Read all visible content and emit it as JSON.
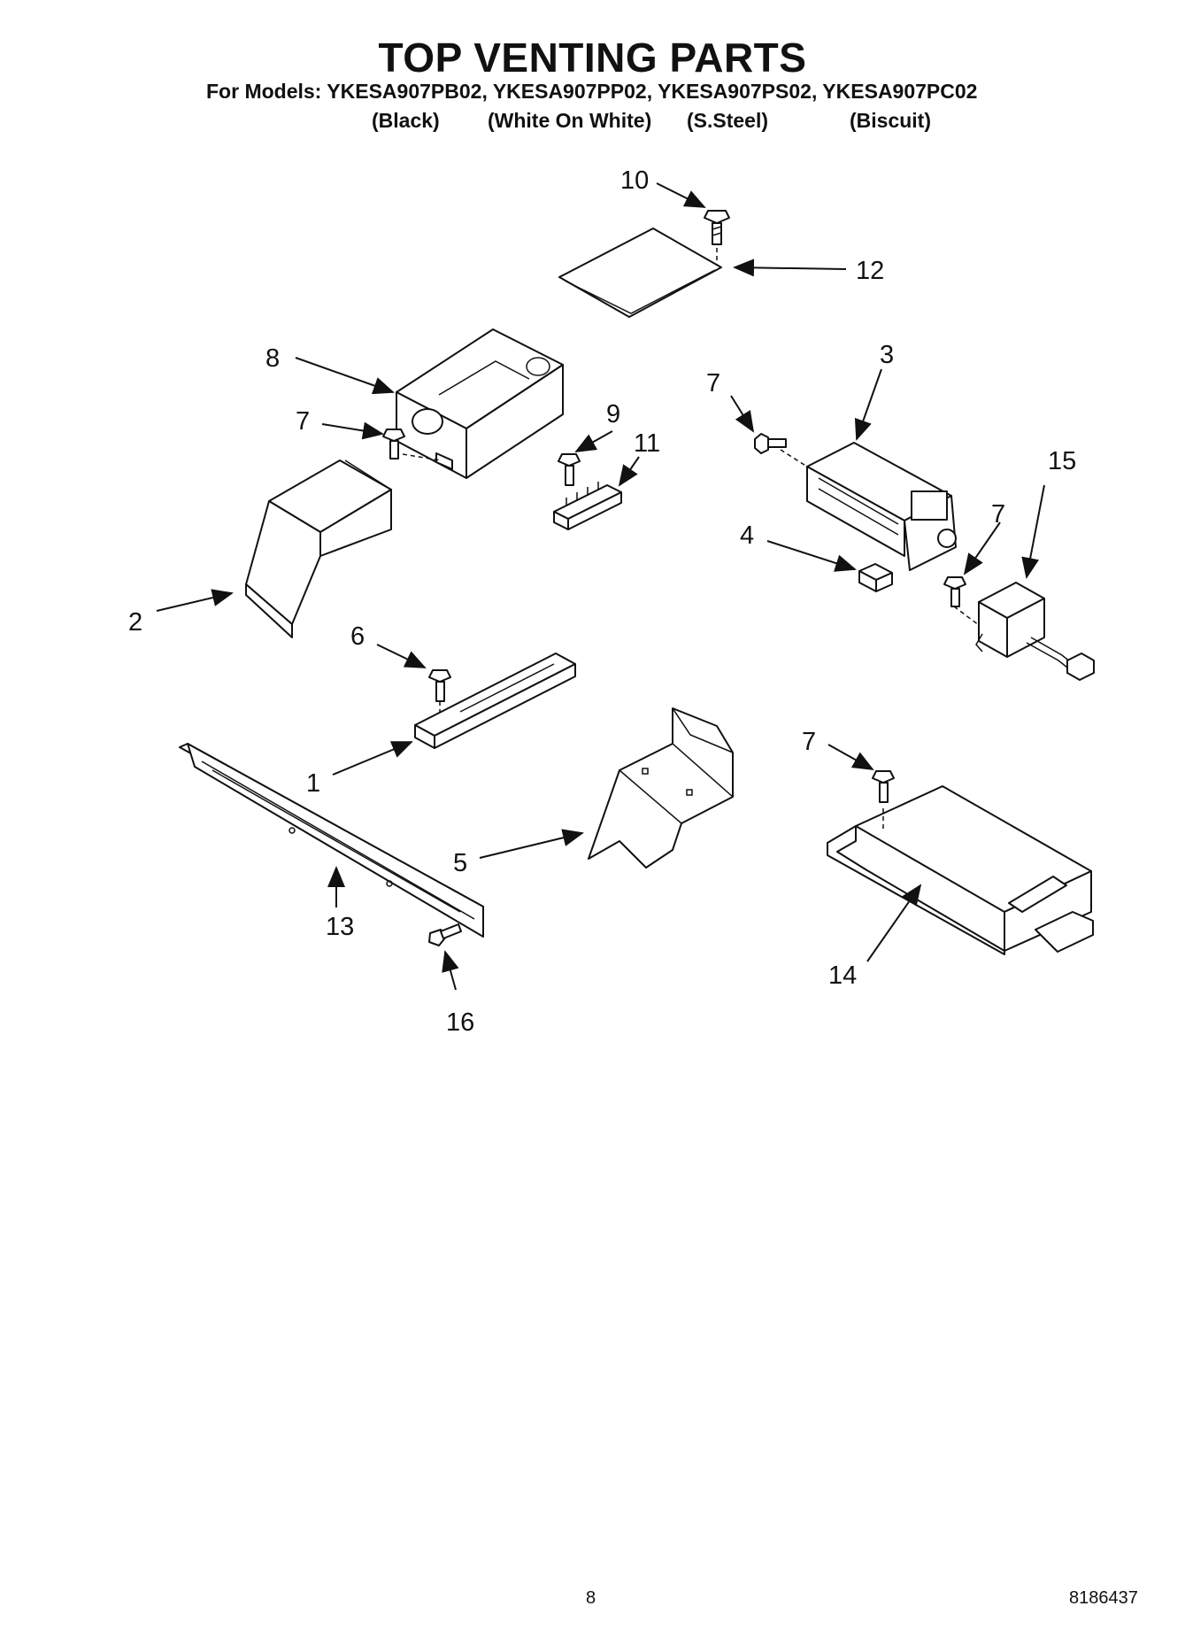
{
  "header": {
    "title": "TOP VENTING PARTS",
    "models_line": "For Models: YKESA907PB02, YKESA907PP02, YKESA907PS02, YKESA907PC02",
    "colors": [
      "(Black)",
      "(White On White)",
      "(S.Steel)",
      "(Biscuit)"
    ]
  },
  "footer": {
    "page_number": "8",
    "doc_number": "8186437"
  },
  "callouts": [
    "10",
    "12",
    "8",
    "3",
    "7",
    "7",
    "9",
    "11",
    "15",
    "7",
    "4",
    "2",
    "6",
    "1",
    "5",
    "7",
    "13",
    "14",
    "16"
  ]
}
